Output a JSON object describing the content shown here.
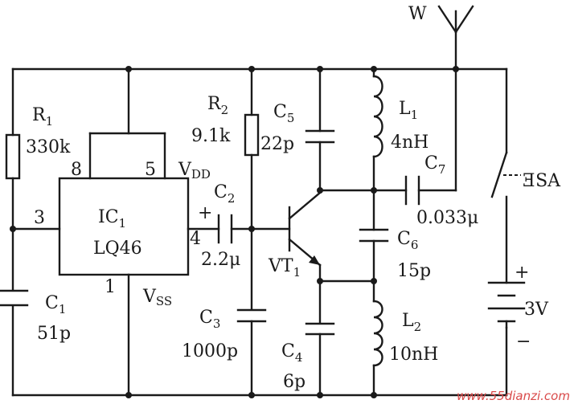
{
  "antenna": {
    "label": "W"
  },
  "ic": {
    "name": "IC",
    "sub": "1",
    "part": "LQ46",
    "pin8": "8",
    "pin5": "5",
    "pin3": "3",
    "pin4": "4",
    "pin1": "1",
    "vdd": "V",
    "vdd_sub": "DD",
    "vss": "V",
    "vss_sub": "SS"
  },
  "r1": {
    "name": "R",
    "sub": "1",
    "value": "330k"
  },
  "r2": {
    "name": "R",
    "sub": "2",
    "value": "9.1k"
  },
  "c1": {
    "name": "C",
    "sub": "1",
    "value": "51p"
  },
  "c2": {
    "name": "C",
    "sub": "2",
    "value": "2.2μ",
    "plus": "+"
  },
  "c3": {
    "name": "C",
    "sub": "3",
    "value": "1000p"
  },
  "c4": {
    "name": "C",
    "sub": "4",
    "value": "6p"
  },
  "c5": {
    "name": "C",
    "sub": "5",
    "value": "22p"
  },
  "c6": {
    "name": "C",
    "sub": "6",
    "value": "15p"
  },
  "c7": {
    "name": "C",
    "sub": "7",
    "value": "0.033μ"
  },
  "l1": {
    "name": "L",
    "sub": "1",
    "value": "4nH"
  },
  "l2": {
    "name": "L",
    "sub": "2",
    "value": "10nH"
  },
  "vt1": {
    "name": "VT",
    "sub": "1"
  },
  "switch": {
    "label": "SA",
    "glyph": "Ǝ"
  },
  "battery": {
    "value": "3V",
    "plus": "+",
    "minus": "−"
  },
  "watermark": {
    "text": "www.55dianzi.com"
  }
}
